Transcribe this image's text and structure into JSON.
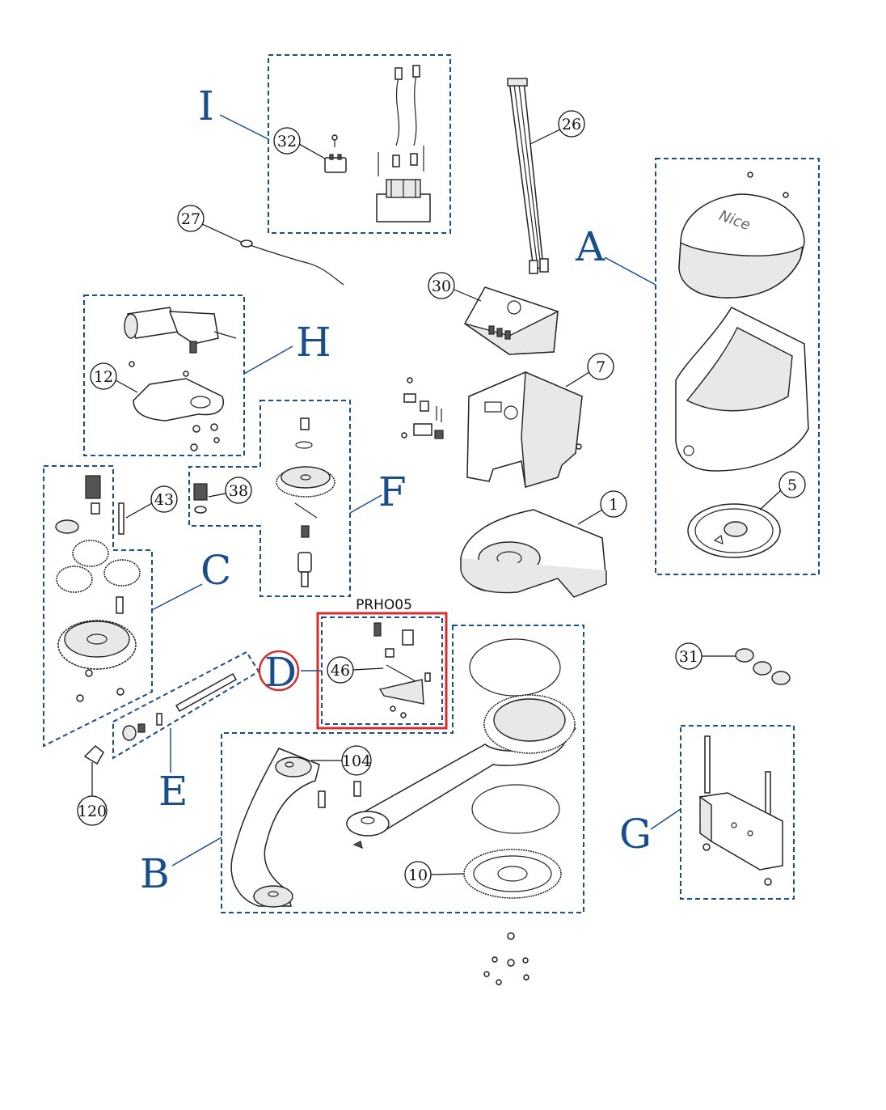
{
  "groups": {
    "A": "A",
    "B": "B",
    "C": "C",
    "D": "D",
    "E": "E",
    "F": "F",
    "G": "G",
    "H": "H",
    "I": "I"
  },
  "highlight": {
    "code": "PRHO05",
    "group": "D",
    "color": "#d32f2f"
  },
  "part_numbers": {
    "p1": "1",
    "p5": "5",
    "p7": "7",
    "p10": "10",
    "p12": "12",
    "p26": "26",
    "p27": "27",
    "p30": "30",
    "p31": "31",
    "p32": "32",
    "p38": "38",
    "p43": "43",
    "p46": "46",
    "p104": "104",
    "p120": "120"
  },
  "cover_brand": "Nice",
  "colors": {
    "group_blue": "#1a4e8a",
    "highlight_red": "#d32f2f"
  }
}
